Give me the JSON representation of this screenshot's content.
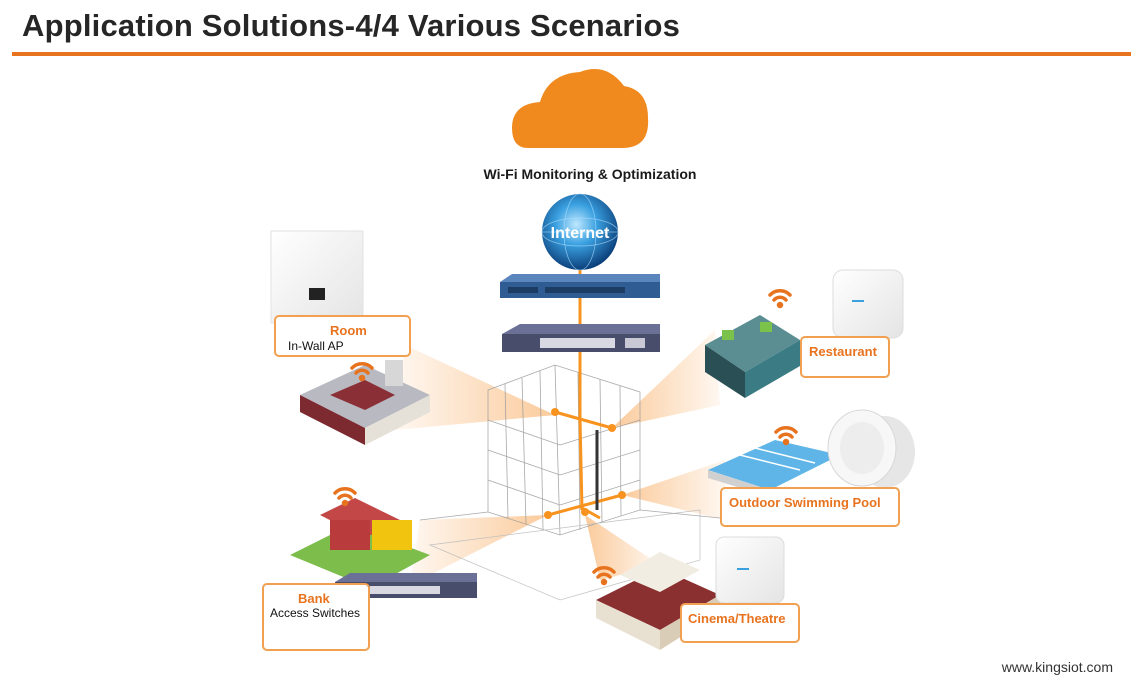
{
  "title": "Application Solutions-4/4 Various Scenarios",
  "cloud_label": "Wi-Fi Monitoring & Optimization",
  "internet_label": "Internet",
  "scenarios": [
    {
      "name": "Room",
      "device": "In-Wall AP"
    },
    {
      "name": "Restaurant",
      "device": ""
    },
    {
      "name": "Outdoor Swimming Pool",
      "device": ""
    },
    {
      "name": "Bank",
      "device": "Access Switches"
    },
    {
      "name": "Cinema/Theatre",
      "device": ""
    }
  ],
  "footer_url": "www.kingsiot.com",
  "colors": {
    "accent": "#e8731f",
    "cloud": "#f08a1e",
    "link_line": "#f7931e",
    "callout_border": "#f0a050",
    "switch_body": "#474d6b",
    "firewall_body": "#2f5c93"
  },
  "icons": [
    "cloud-icon",
    "internet-globe-icon",
    "wifi-icon",
    "access-point-icon",
    "in-wall-ap-icon",
    "switch-icon",
    "firewall-icon"
  ]
}
